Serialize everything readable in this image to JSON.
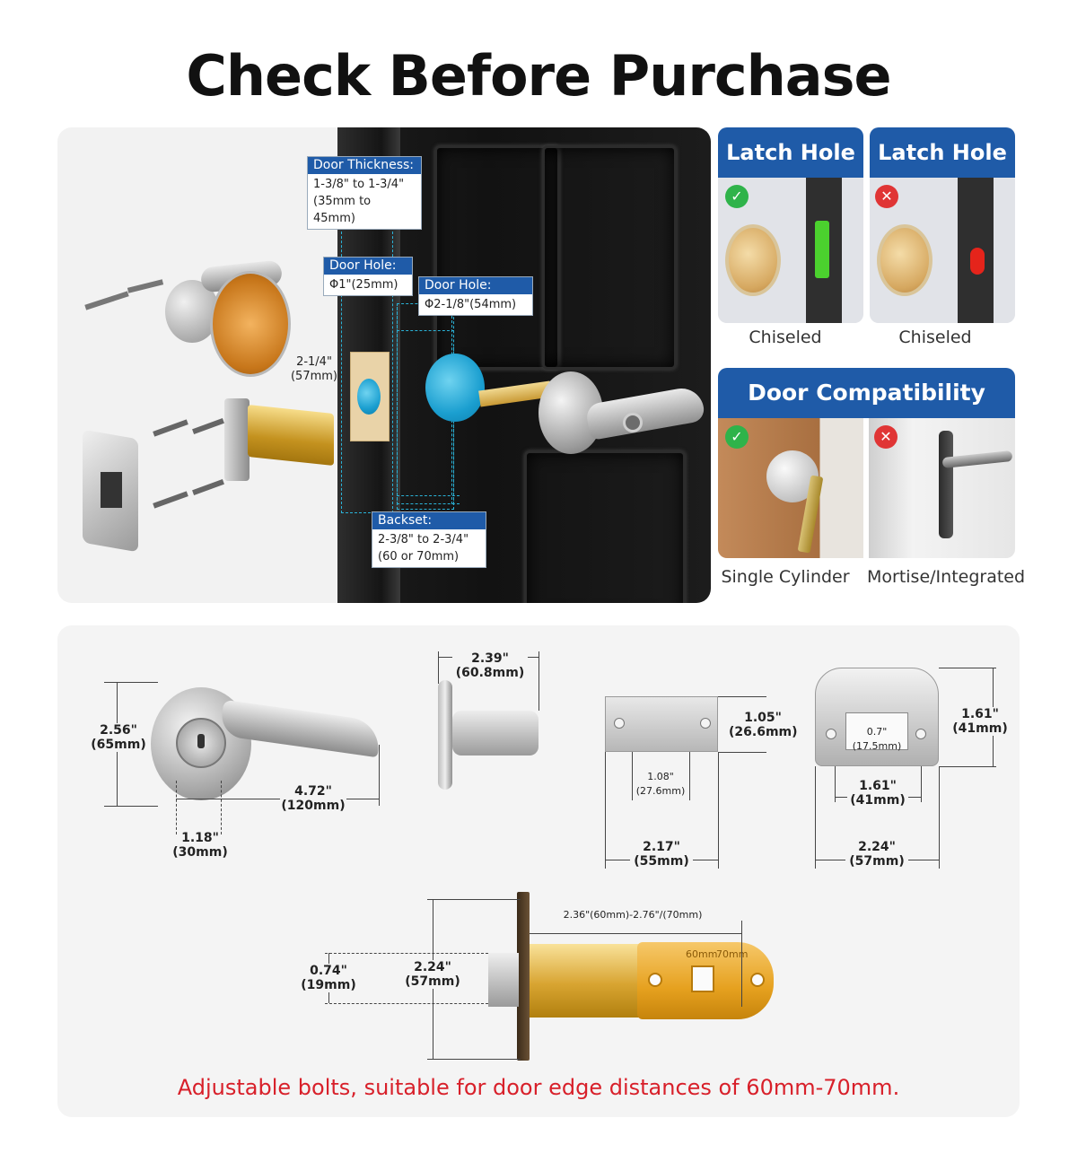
{
  "title": "Check Before Purchase",
  "callouts": {
    "thickness": {
      "head": "Door Thickness:",
      "l1": "1-3/8\" to  1-3/4\"",
      "l2": "(35mm to 45mm)"
    },
    "hole_small": {
      "head": "Door Hole:",
      "l1": "Φ1\"(25mm)"
    },
    "hole_large": {
      "head": "Door Hole:",
      "l1": "Φ2-1/8\"(54mm)"
    },
    "backset": {
      "head": "Backset:",
      "l1": "2-3/8\"  to  2-3/4\"",
      "l2": "(60 or 70mm)"
    },
    "latch_len": {
      "l1": "2-1/4\"",
      "l2": "(57mm)"
    }
  },
  "latch_hole": {
    "head_left": "Latch Hole",
    "head_right": "Latch Hole",
    "cap_left": "Chiseled",
    "cap_right": "Chiseled",
    "indicator_ok": "#4bd12e",
    "indicator_no": "#e5241b"
  },
  "compat": {
    "head": "Door Compatibility",
    "cap_left": "Single Cylinder",
    "cap_right": "Mortise/Integrated"
  },
  "dimensions": {
    "lever_h": [
      "2.56\"",
      "(65mm)"
    ],
    "lever_w": [
      "4.72\"",
      "(120mm)"
    ],
    "lever_hub": [
      "1.18\"",
      "(30mm)"
    ],
    "rose_depth": [
      "2.39\"",
      "(60.8mm)"
    ],
    "plate_h": [
      "1.05\"",
      "(26.6mm)"
    ],
    "plate_inner": [
      "1.08\"",
      "(27.6mm)"
    ],
    "plate_w": [
      "2.17\"",
      "(55mm)"
    ],
    "strike_h": [
      "1.61\"",
      "(41mm)"
    ],
    "strike_slot": [
      "0.7\"",
      "(17.5mm)"
    ],
    "strike_hole": [
      "1.61\"",
      "(41mm)"
    ],
    "strike_w": [
      "2.24\"",
      "(57mm)"
    ],
    "bolt_backset": "2.36\"(60mm)-2.76\"/(70mm)",
    "bolt_small": [
      "0.74\"",
      "(19mm)"
    ],
    "bolt_face": [
      "2.24\"",
      "(57mm)"
    ],
    "bolt_marks": [
      "60mm",
      "70mm"
    ]
  },
  "note": "Adjustable bolts, suitable for door edge distances of 60mm-70mm."
}
